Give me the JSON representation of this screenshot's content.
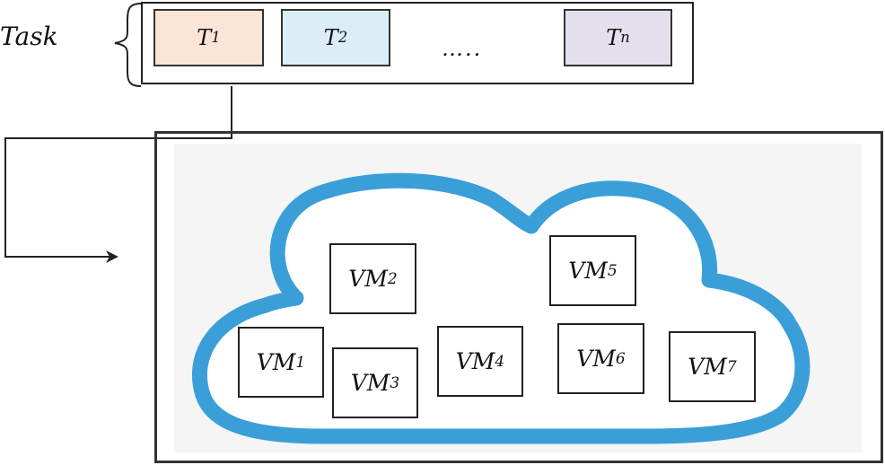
{
  "task_label": "Task",
  "tasks": [
    {
      "main": "T",
      "sub": "1",
      "color": "#fbe5d6"
    },
    {
      "main": "T",
      "sub": "2",
      "color": "#dbeef7"
    },
    {
      "main": "T",
      "sub": "n",
      "color": "#e4dfec"
    }
  ],
  "ellipsis": "…..",
  "vms": [
    {
      "main": "VM",
      "sub": "1"
    },
    {
      "main": "VM",
      "sub": "2"
    },
    {
      "main": "VM",
      "sub": "3"
    },
    {
      "main": "VM",
      "sub": "4"
    },
    {
      "main": "VM",
      "sub": "5"
    },
    {
      "main": "VM",
      "sub": "6"
    },
    {
      "main": "VM",
      "sub": "7"
    }
  ],
  "colors": {
    "cloud_stroke": "#3a9fd8",
    "frame": "#333333"
  }
}
